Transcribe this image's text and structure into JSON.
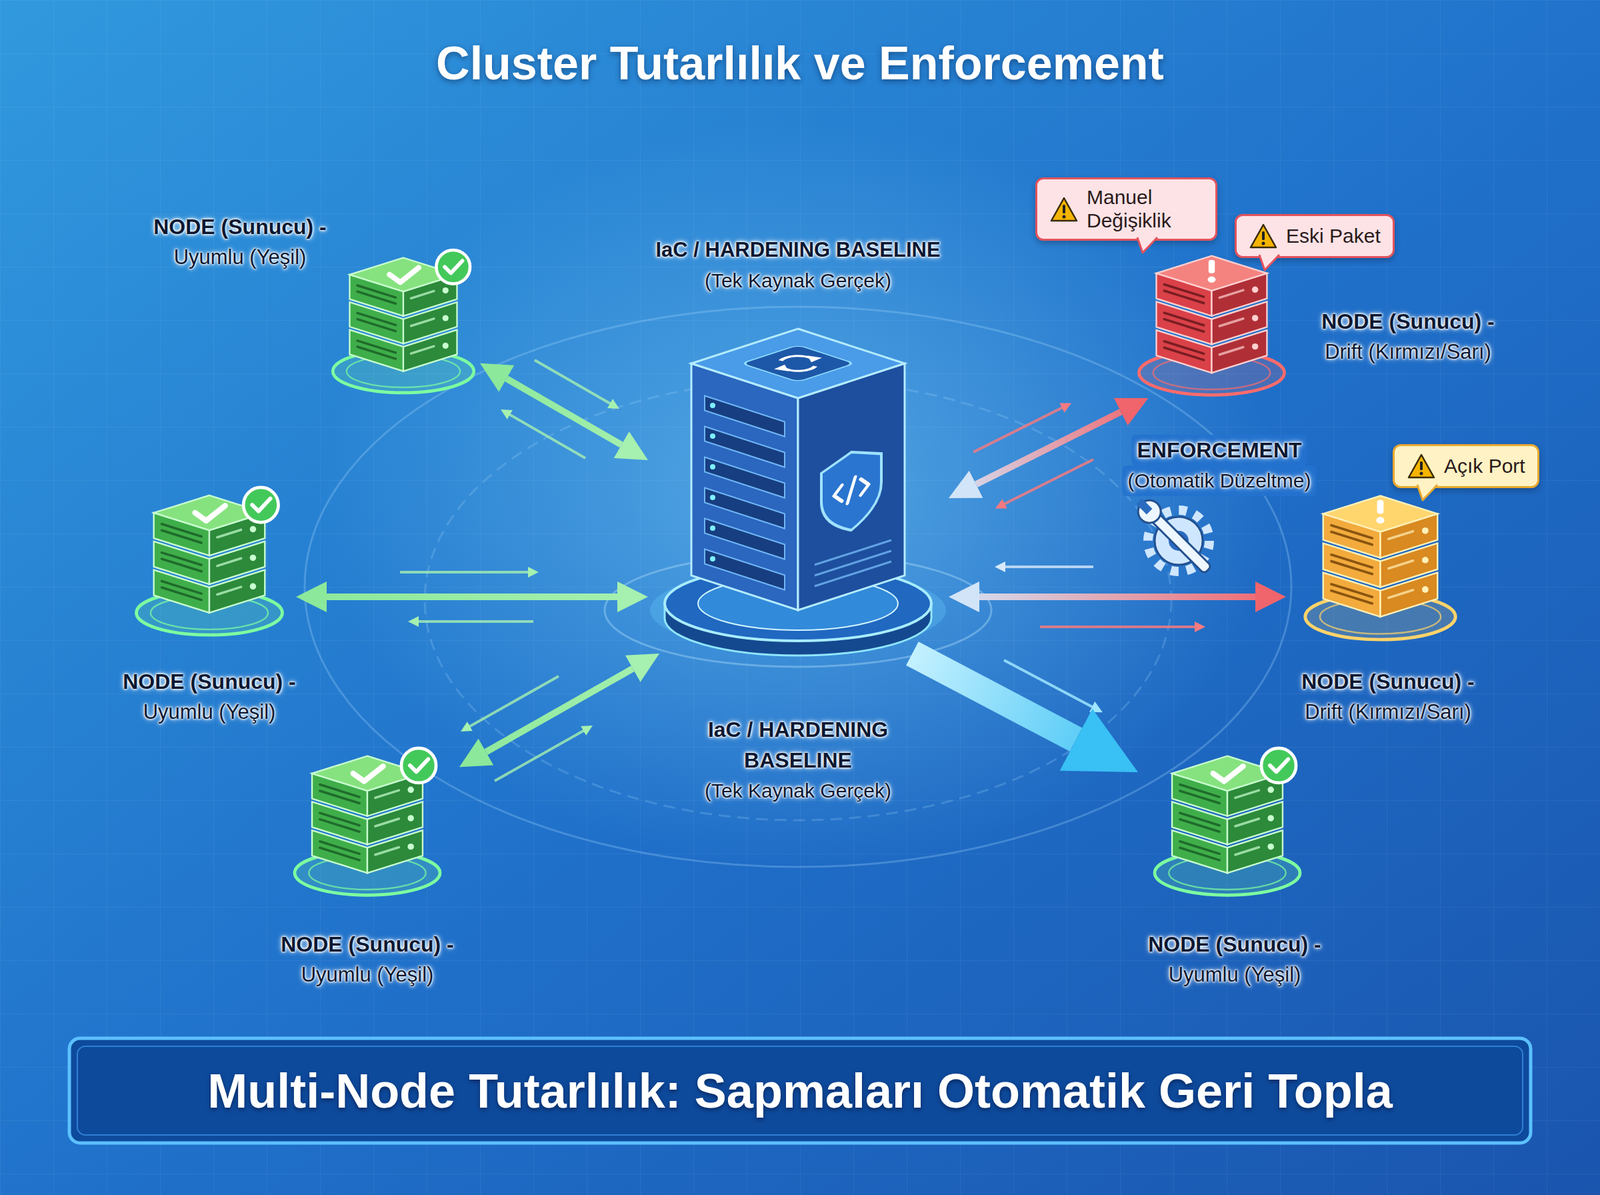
{
  "diagram": {
    "title": "Cluster Tutarlılık ve Enforcement",
    "caption": "Multi-Node Tutarlılık: Sapmaları Otomatik Geri Topla",
    "nodes": [
      {
        "text": [
          "NODE (Sunucu) -",
          "Uyumlu (Yeşil)"
        ]
      },
      {
        "text": [
          "IaC / HARDENING BASELINE",
          "(Tek Kaynak Gerçek)"
        ]
      },
      {
        "text": [
          "NODE (Sunucu) -",
          "Drift (Kırmızı/Sarı)"
        ]
      },
      {
        "text": [
          "Manuel Değişiklik"
        ]
      },
      {
        "text": [
          "Eski Paket"
        ]
      },
      {
        "text": [
          "NODE (Sunucu) -",
          "Uyumlu (Yeşil)"
        ]
      },
      {
        "text": [
          "NODE (Sunucu) -",
          "Drift (Kırmızı/Sarı)"
        ]
      },
      {
        "text": [
          "Açık Port"
        ]
      },
      {
        "text": [
          "NODE (Sunucu) -",
          "Uyumlu (Yeşil)"
        ]
      },
      {
        "text": [
          "NODE (Sunucu) -",
          "Uyumlu (Yeşil)"
        ]
      }
    ],
    "edges": [
      {
        "from": 1,
        "to": 0,
        "arrow": "both"
      },
      {
        "from": 1,
        "to": 5,
        "arrow": "both"
      },
      {
        "from": 1,
        "to": 8,
        "arrow": "both"
      },
      {
        "from": 1,
        "to": 2,
        "arrow": "both"
      },
      {
        "from": 1,
        "to": 6,
        "arrow": "both"
      },
      {
        "from": 1,
        "to": 9,
        "arrow": "to"
      }
    ],
    "labels": [
      "ENFORCEMENT",
      "(Otomatik Düzeltme)",
      "IaC / HARDENING BASELINE",
      "(Tek Kaynak Gerçek)"
    ]
  }
}
